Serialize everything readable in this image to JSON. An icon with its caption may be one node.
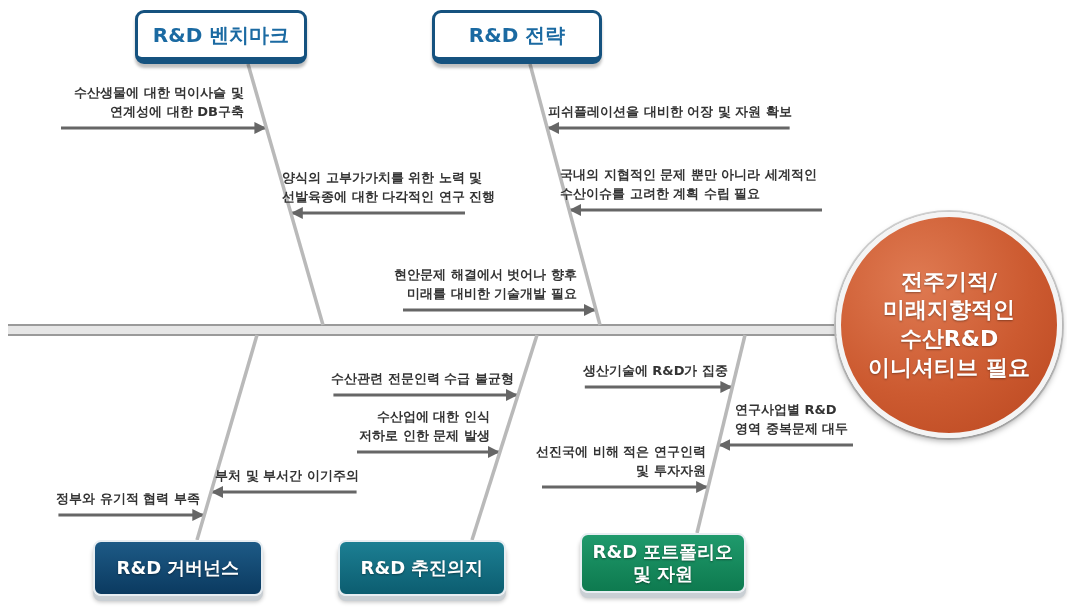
{
  "diagram": {
    "nodes": [
      {
        "text": [
          "전주기적/ 미래지향적인 수산R&D 이니셔티브 필요"
        ]
      },
      {
        "text": [
          "R&D 벤치마크"
        ]
      },
      {
        "text": [
          "R&D 전략"
        ]
      },
      {
        "text": [
          "R&D 거버넌스"
        ]
      },
      {
        "text": [
          "R&D 추진의지"
        ]
      },
      {
        "text": [
          "R&D 포트폴리오 및 자원"
        ]
      },
      {
        "text": [
          "수산생물에 대한 먹이사슬 및 연계성에 대한 DB구축"
        ]
      },
      {
        "text": [
          "양식의 고부가가치를 위한 노력 및 선발육종에 대한 다각적인 연구 진행"
        ]
      },
      {
        "text": [
          "현안문제 해결에서 벗어나 향후 미래를 대비한 기술개발 필요"
        ]
      },
      {
        "text": [
          "피쉬플레이션을 대비한 어장 및 자원 확보"
        ]
      },
      {
        "text": [
          "국내의 지협적인 문제 뿐만 아니라 세계적인 수산이슈를 고려한 계획 수립 필요"
        ]
      },
      {
        "text": [
          "정부와 유기적 협력 부족"
        ]
      },
      {
        "text": [
          "부처 및 부서간 이기주의"
        ]
      },
      {
        "text": [
          "수산관련 전문인력 수급 불균형"
        ]
      },
      {
        "text": [
          "수산업에 대한 인식 저하로 인한 문제 발생"
        ]
      },
      {
        "text": [
          "생산기술에 R&D가 집중"
        ]
      },
      {
        "text": [
          "연구사업별 R&D 영역 중복문제 대두"
        ]
      },
      {
        "text": [
          "선진국에 비해 적은 연구인력 및 투자자원"
        ]
      },
      {
        "text": [],
        "shape": "line"
      },
      {
        "text": [],
        "shape": "line"
      },
      {
        "text": [],
        "shape": "line"
      },
      {
        "text": [],
        "shape": "line"
      },
      {
        "text": [],
        "shape": "line"
      }
    ],
    "edges": [
      {
        "from": 6,
        "to": 18,
        "arrow": "to"
      },
      {
        "from": 7,
        "to": 18,
        "arrow": "to"
      },
      {
        "from": 8,
        "to": 19,
        "arrow": "to"
      },
      {
        "from": 9,
        "to": 19,
        "arrow": "to"
      },
      {
        "from": 10,
        "to": 19,
        "arrow": "to"
      },
      {
        "from": 11,
        "to": 20,
        "arrow": "to"
      },
      {
        "from": 12,
        "to": 20,
        "arrow": "to"
      },
      {
        "from": 13,
        "to": 21,
        "arrow": "to"
      },
      {
        "from": 14,
        "to": 21,
        "arrow": "to"
      },
      {
        "from": 15,
        "to": 22,
        "arrow": "to"
      },
      {
        "from": 16,
        "to": 22,
        "arrow": "to"
      },
      {
        "from": 17,
        "to": 22,
        "arrow": "to"
      }
    ]
  }
}
